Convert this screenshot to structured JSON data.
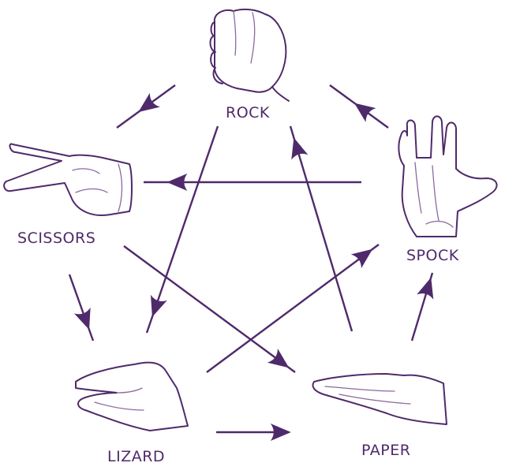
{
  "diagram": {
    "colors": {
      "line": "#4f2a6b",
      "hand_fill": "#ffffff",
      "shade": "#8a6aa0"
    },
    "nodes": [
      {
        "id": "rock",
        "label": "ROCK",
        "icon": "fist-icon"
      },
      {
        "id": "scissors",
        "label": "SCISSORS",
        "icon": "scissors-hand-icon"
      },
      {
        "id": "spock",
        "label": "SPOCK",
        "icon": "vulcan-salute-icon"
      },
      {
        "id": "lizard",
        "label": "LIZARD",
        "icon": "lizard-hand-icon"
      },
      {
        "id": "paper",
        "label": "PAPER",
        "icon": "flat-hand-icon"
      }
    ],
    "edges": [
      {
        "from": "rock",
        "to": "scissors"
      },
      {
        "from": "spock",
        "to": "rock"
      },
      {
        "from": "spock",
        "to": "scissors"
      },
      {
        "from": "rock",
        "to": "lizard"
      },
      {
        "from": "paper",
        "to": "rock"
      },
      {
        "from": "scissors",
        "to": "lizard"
      },
      {
        "from": "scissors",
        "to": "paper"
      },
      {
        "from": "lizard",
        "to": "spock"
      },
      {
        "from": "paper",
        "to": "spock"
      },
      {
        "from": "lizard",
        "to": "paper"
      }
    ]
  }
}
